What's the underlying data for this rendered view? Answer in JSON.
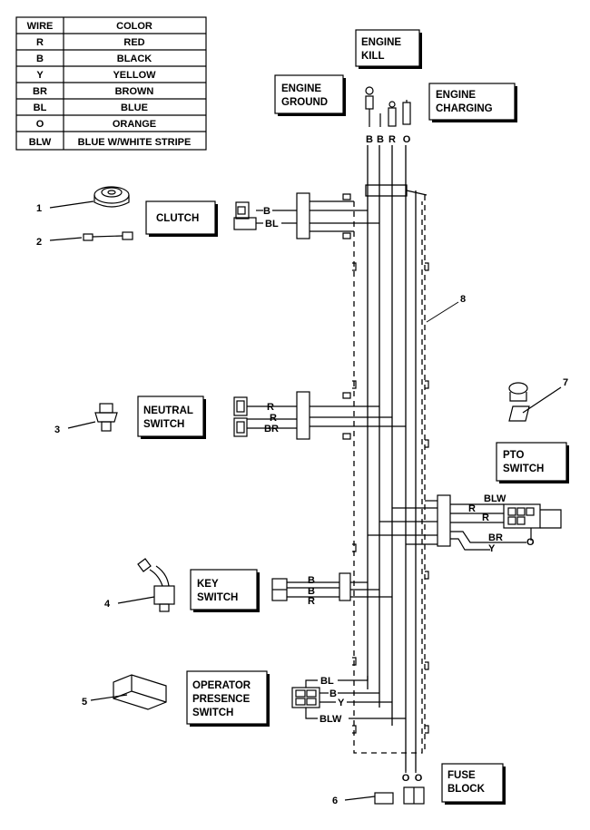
{
  "legend": {
    "header": {
      "wire": "WIRE",
      "color": "COLOR"
    },
    "rows": [
      {
        "code": "R",
        "color": "RED"
      },
      {
        "code": "B",
        "color": "BLACK"
      },
      {
        "code": "Y",
        "color": "YELLOW"
      },
      {
        "code": "BR",
        "color": "BROWN"
      },
      {
        "code": "BL",
        "color": "BLUE"
      },
      {
        "code": "O",
        "color": "ORANGE"
      },
      {
        "code": "BLW",
        "color": "BLUE W/WHITE STRIPE"
      }
    ]
  },
  "components": {
    "engine_kill": {
      "line1": "ENGINE",
      "line2": "KILL"
    },
    "engine_ground": {
      "line1": "ENGINE",
      "line2": "GROUND"
    },
    "engine_charging": {
      "line1": "ENGINE",
      "line2": "CHARGING"
    },
    "clutch": {
      "line1": "CLUTCH"
    },
    "neutral_switch": {
      "line1": "NEUTRAL",
      "line2": "SWITCH"
    },
    "pto_switch": {
      "line1": "PTO",
      "line2": "SWITCH"
    },
    "key_switch": {
      "line1": "KEY",
      "line2": "SWITCH"
    },
    "operator_presence": {
      "line1": "OPERATOR",
      "line2": "PRESENCE",
      "line3": "SWITCH"
    },
    "fuse_block": {
      "line1": "FUSE",
      "line2": "BLOCK"
    }
  },
  "callouts": [
    "1",
    "2",
    "3",
    "4",
    "5",
    "6",
    "7",
    "8"
  ],
  "wire_labels": {
    "engine": [
      "B",
      "B",
      "R",
      "O"
    ],
    "clutch": [
      "B",
      "BL"
    ],
    "neutral": [
      "R",
      "R",
      "BR"
    ],
    "pto": [
      "BLW",
      "R",
      "R",
      "BR",
      "Y",
      "O"
    ],
    "key": [
      "B",
      "B",
      "R"
    ],
    "operator": [
      "BL",
      "B",
      "Y",
      "BLW"
    ],
    "fuse": [
      "O",
      "O"
    ]
  }
}
